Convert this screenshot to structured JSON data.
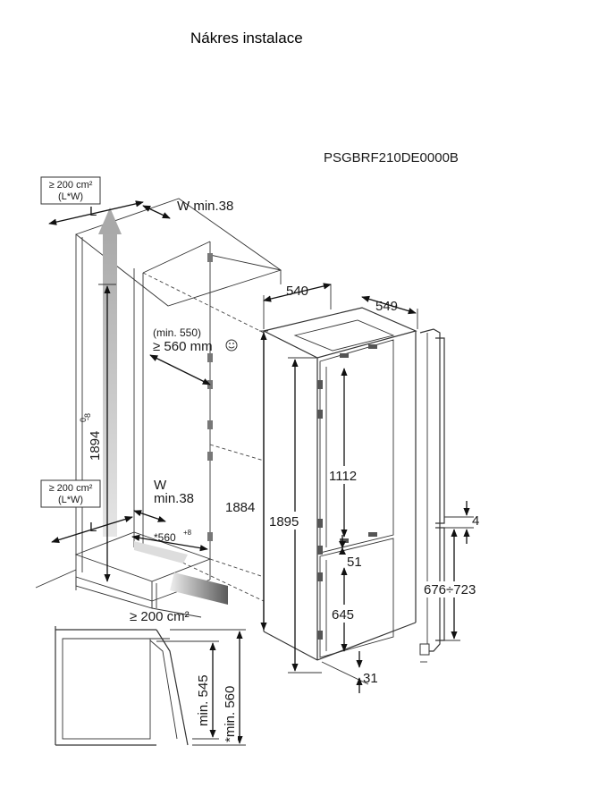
{
  "title": "Nákres instalace",
  "model_code": "PSGBRF210DE0000B",
  "labels": {
    "vent_top_1": "≥ 200 cm²",
    "vent_top_2": "(L*W)",
    "vent_mid_1": "≥ 200 cm²",
    "vent_mid_2": "(L*W)",
    "vent_bottom": "≥ 200 cm²",
    "L_top": "L",
    "L_bottom": "L",
    "w_top": "W min.38",
    "w_mid_1": "W",
    "w_mid_2": "min.38",
    "min550": "(min. 550)",
    "ge560": "≥ 560 mm",
    "niche_height": "1894",
    "niche_tol": "-8",
    "niche_tol_plus": "0",
    "depth560": "*560",
    "depth560_tol": "+8",
    "d540": "540",
    "d549": "549",
    "h1884": "1884",
    "h1895": "1895",
    "h1112": "1112",
    "h51": "51",
    "h645": "645",
    "h31": "31",
    "h4": "4",
    "h676": "676÷723",
    "min545": "min. 545",
    "min560": "*min. 560"
  }
}
